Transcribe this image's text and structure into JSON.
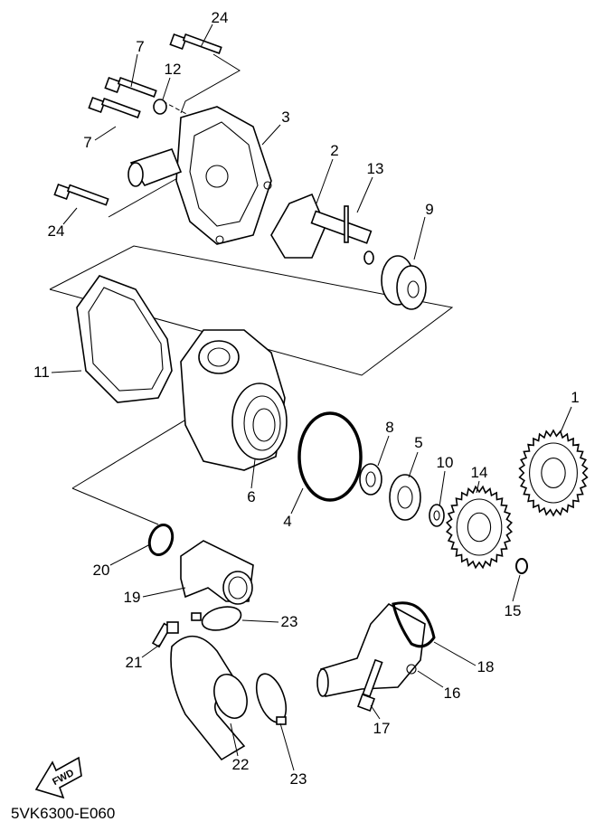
{
  "diagram_code": "5VK6300-E060",
  "fwd_arrow_label": "FWD",
  "callouts": [
    {
      "id": "c24a",
      "text": "24"
    },
    {
      "id": "c7a",
      "text": "7"
    },
    {
      "id": "c12",
      "text": "12"
    },
    {
      "id": "c3",
      "text": "3"
    },
    {
      "id": "c2",
      "text": "2"
    },
    {
      "id": "c13",
      "text": "13"
    },
    {
      "id": "c9",
      "text": "9"
    },
    {
      "id": "c7b",
      "text": "7"
    },
    {
      "id": "c24b",
      "text": "24"
    },
    {
      "id": "c11",
      "text": "11"
    },
    {
      "id": "c1",
      "text": "1"
    },
    {
      "id": "c8",
      "text": "8"
    },
    {
      "id": "c5",
      "text": "5"
    },
    {
      "id": "c10",
      "text": "10"
    },
    {
      "id": "c14",
      "text": "14"
    },
    {
      "id": "c6",
      "text": "6"
    },
    {
      "id": "c4",
      "text": "4"
    },
    {
      "id": "c20",
      "text": "20"
    },
    {
      "id": "c15",
      "text": "15"
    },
    {
      "id": "c19",
      "text": "19"
    },
    {
      "id": "c23a",
      "text": "23"
    },
    {
      "id": "c21",
      "text": "21"
    },
    {
      "id": "c18",
      "text": "18"
    },
    {
      "id": "c16",
      "text": "16"
    },
    {
      "id": "c22",
      "text": "22"
    },
    {
      "id": "c23b",
      "text": "23"
    },
    {
      "id": "c17",
      "text": "17"
    }
  ]
}
